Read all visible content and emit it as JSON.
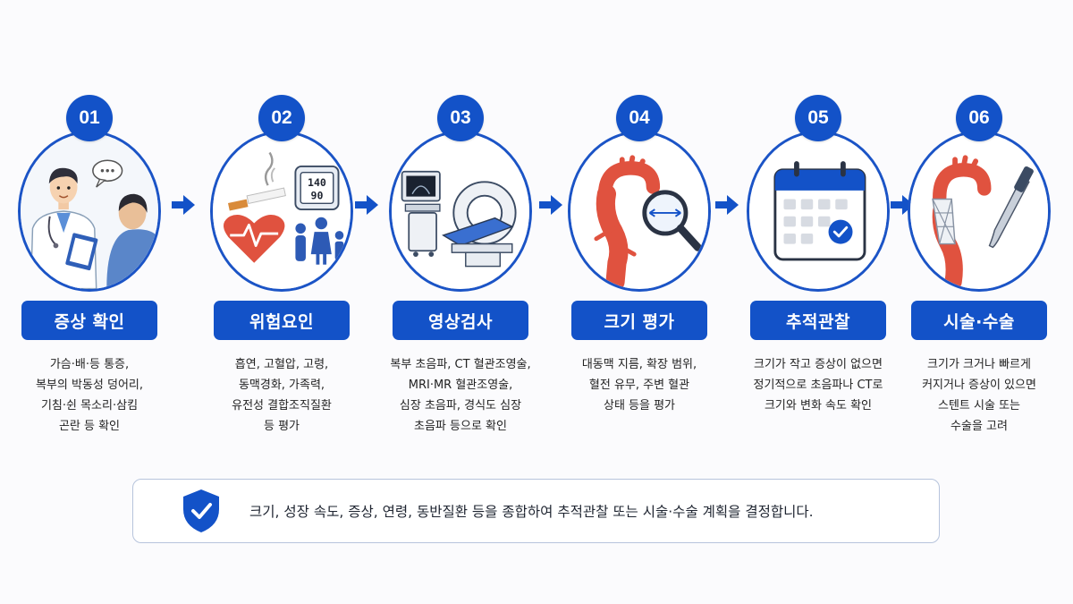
{
  "steps": [
    {
      "number": "01",
      "title": "증상 확인",
      "icon": "doctor-patient-icon",
      "lines": [
        "가슴·배·등 통증,",
        "복부의 박동성 덩어리,",
        "기침·쉰 목소리·삼킴",
        "곤란 등 확인"
      ]
    },
    {
      "number": "02",
      "title": "위험요인",
      "icon": "risk-factors-icon",
      "bp_reading": [
        "140",
        "90"
      ],
      "lines": [
        "흡연, 고혈압, 고령,",
        "동맥경화, 가족력,",
        "유전성 결합조직질환",
        "등 평가"
      ]
    },
    {
      "number": "03",
      "title": "영상검사",
      "icon": "imaging-scanner-icon",
      "lines": [
        "복부 초음파, CT 혈관조영술,",
        "MRI·MR 혈관조영술,",
        "심장 초음파, 경식도 심장",
        "초음파 등으로 확인"
      ]
    },
    {
      "number": "04",
      "title": "크기 평가",
      "icon": "aorta-magnifier-icon",
      "lines": [
        "대동맥 지름, 확장 범위,",
        "혈전 유무, 주변 혈관",
        "상태 등을 평가"
      ]
    },
    {
      "number": "05",
      "title": "추적관찰",
      "icon": "calendar-check-icon",
      "lines": [
        "크기가 작고 증상이 없으면",
        "정기적으로 초음파나 CT로",
        "크기와 변화 속도 확인"
      ]
    },
    {
      "number": "06",
      "title": "시술·수술",
      "icon": "stent-scalpel-icon",
      "lines": [
        "크기가 크거나 빠르게",
        "커지거나 증상이 있으면",
        "스텐트 시술 또는",
        "수술을 고려"
      ]
    }
  ],
  "summary": {
    "icon": "shield-check-icon",
    "text": "크기, 성장 속도, 증상, 연령, 동반질환 등을 종합하여 추적관찰 또는 시술·수술 계획을 결정합니다."
  },
  "colors": {
    "accent": "#1352c8",
    "aorta": "#e0523f",
    "background": "#fbfbfd"
  }
}
